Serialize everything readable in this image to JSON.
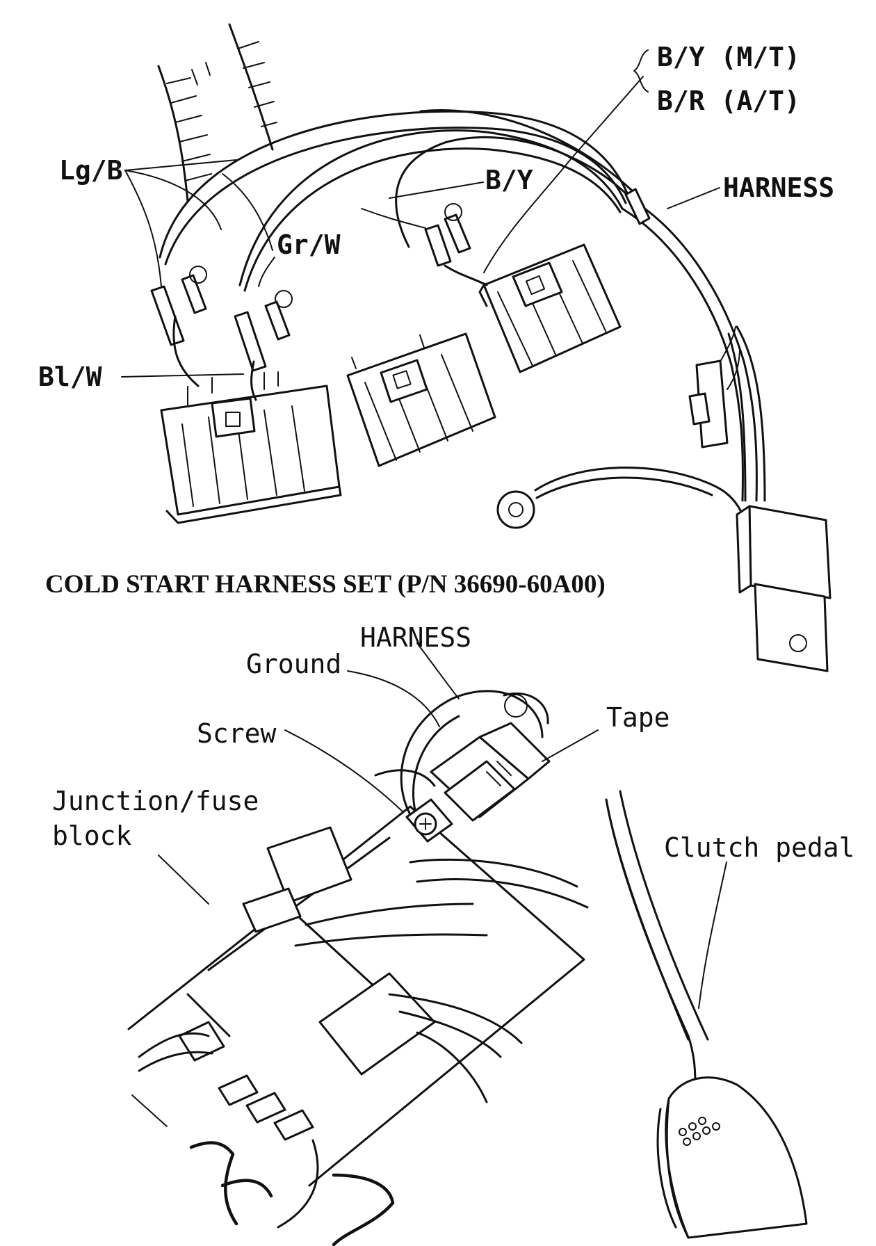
{
  "caption": "COLD START HARNESS SET (P/N 36690-60A00)",
  "labels": {
    "by_mt": "B/Y (M/T)",
    "br_at": "B/R (A/T)",
    "lg_b": "Lg/B",
    "b_y": "B/Y",
    "harness_top": "HARNESS",
    "gr_w": "Gr/W",
    "bl_w": "Bl/W",
    "harness_bottom": "HARNESS",
    "ground": "Ground",
    "tape": "Tape",
    "screw": "Screw",
    "junction_line1": "Junction/fuse",
    "junction_line2": "block",
    "clutch_pedal": "Clutch pedal"
  }
}
